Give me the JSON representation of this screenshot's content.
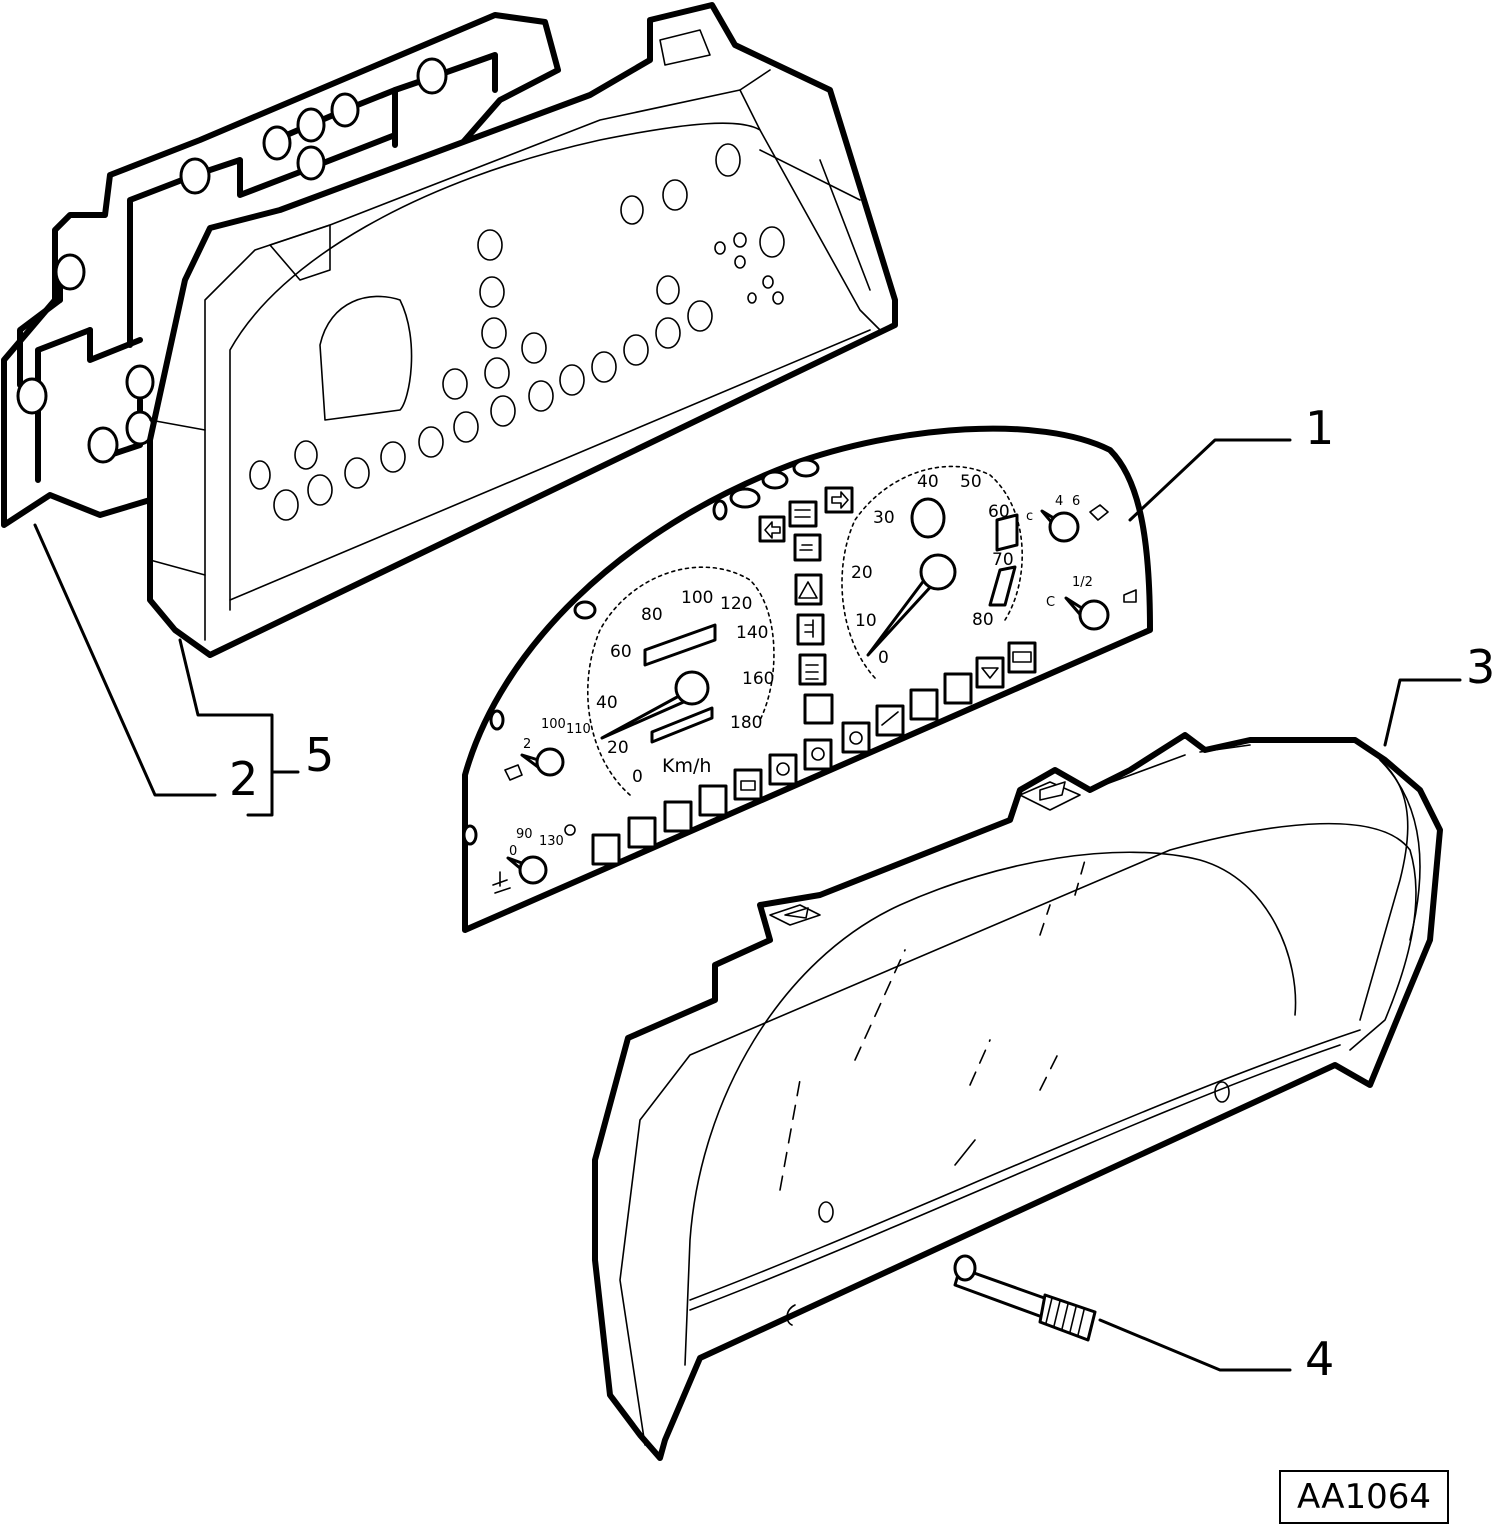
{
  "diagram": {
    "reference_code": "AA1064",
    "callouts": [
      {
        "id": "1",
        "label": "1"
      },
      {
        "id": "2",
        "label": "2"
      },
      {
        "id": "3",
        "label": "3"
      },
      {
        "id": "4",
        "label": "4"
      },
      {
        "id": "5",
        "label": "5"
      }
    ],
    "speedometer": {
      "scale": [
        "0",
        "20",
        "40",
        "60",
        "80",
        "100",
        "120",
        "140",
        "160",
        "180"
      ],
      "unit": "Km/h"
    },
    "tachometer": {
      "scale": [
        "0",
        "10",
        "20",
        "30",
        "40",
        "50",
        "60",
        "70",
        "80"
      ]
    },
    "oil_gauge": {
      "scale": [
        "100",
        "110"
      ],
      "marks": [
        "2"
      ]
    },
    "temp_gauge": {
      "scale": [
        "0",
        "90",
        "130"
      ]
    },
    "fuel_gauge": {
      "scale": [
        "1/2"
      ],
      "marks": [
        "C"
      ]
    },
    "aux_gauge": {
      "scale": [
        "4",
        "6"
      ],
      "marks": [
        "c"
      ]
    }
  }
}
